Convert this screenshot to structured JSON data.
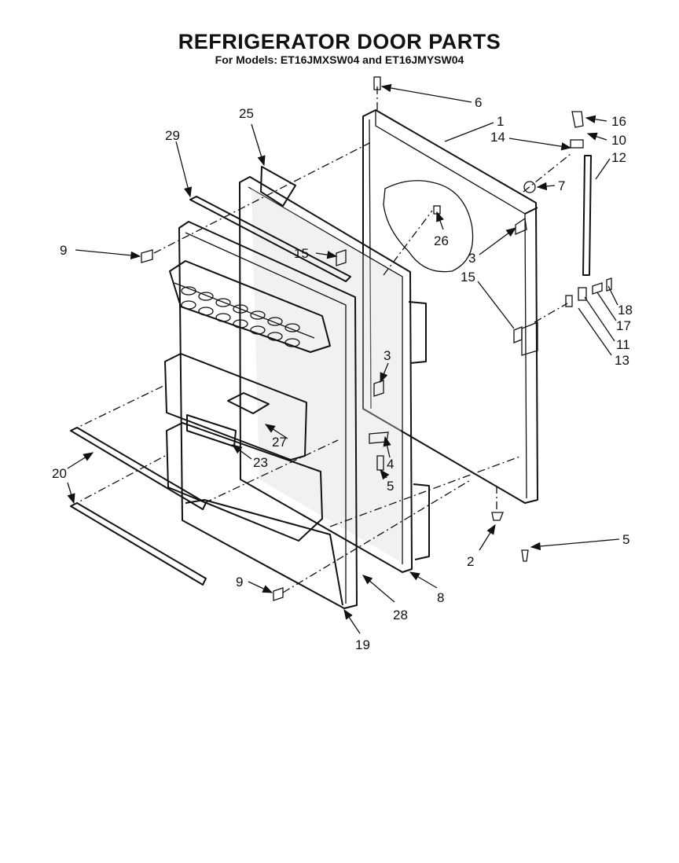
{
  "title": "REFRIGERATOR DOOR PARTS",
  "subtitle": "For Models: ET16JMXSW04 and ET16JMYSW04",
  "callouts": [
    "6",
    "1",
    "16",
    "14",
    "10",
    "12",
    "7",
    "25",
    "29",
    "26",
    "15",
    "9",
    "3",
    "15",
    "18",
    "17",
    "11",
    "13",
    "3",
    "27",
    "4",
    "23",
    "5",
    "20",
    "2",
    "5",
    "9",
    "8",
    "28",
    "19"
  ],
  "colors": {
    "line": "#111111",
    "background": "#ffffff"
  }
}
